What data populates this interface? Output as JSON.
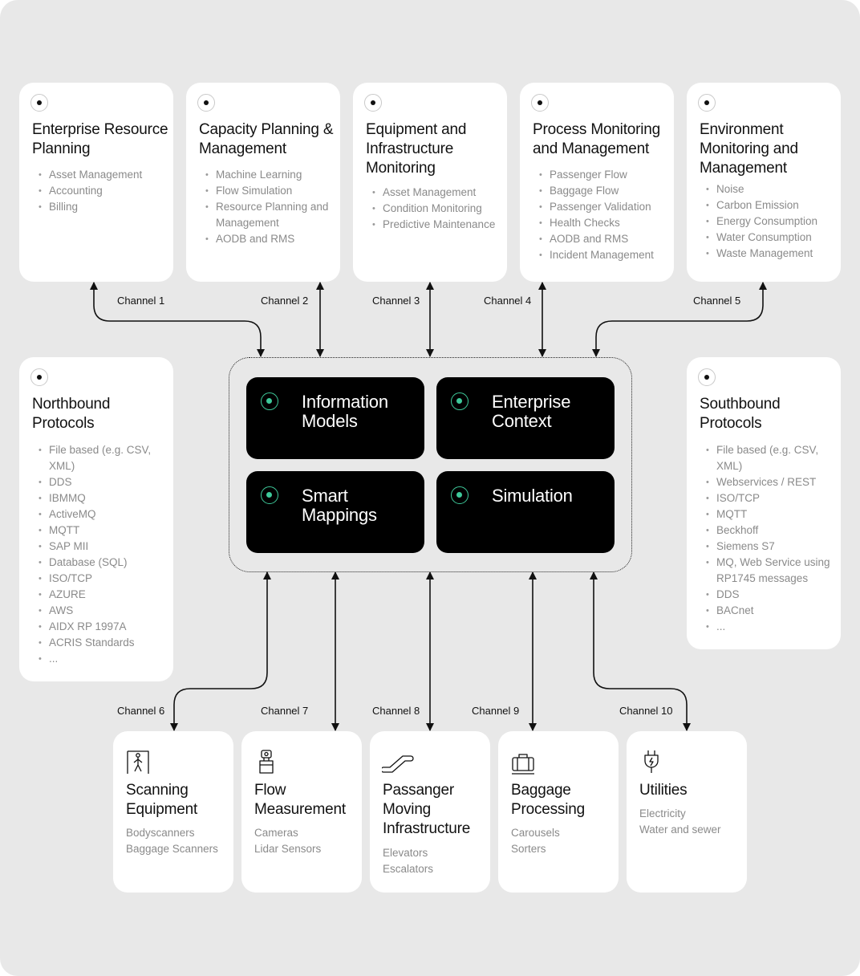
{
  "top_cards": [
    {
      "title": "Enterprise Resource Planning",
      "items": [
        "Asset Management",
        "Accounting",
        "Billing"
      ]
    },
    {
      "title": "Capacity Planning & Management",
      "items": [
        "Machine Learning",
        "Flow Simulation",
        "Resource Planning and Management",
        "AODB and RMS"
      ]
    },
    {
      "title": "Equipment and Infrastructure Monitoring",
      "items": [
        "Asset Management",
        "Condition Monitoring",
        "Predictive Maintenance"
      ]
    },
    {
      "title": "Process Monitoring and Management",
      "items": [
        "Passenger Flow",
        "Baggage Flow",
        "Passenger Validation",
        "Health Checks",
        "AODB and RMS",
        "Incident Management"
      ]
    },
    {
      "title": "Environment Monitoring and Management",
      "items": [
        "Noise",
        "Carbon Emission",
        "Energy Consumption",
        "Water Consumption",
        "Waste Management"
      ]
    }
  ],
  "northbound": {
    "title": "Northbound Protocols",
    "items": [
      "File based (e.g. CSV, XML)",
      "DDS",
      "IBMMQ",
      "ActiveMQ",
      "MQTT",
      "SAP MII",
      "Database (SQL)",
      "ISO/TCP",
      "AZURE",
      "AWS",
      "AIDX RP 1997A",
      "ACRIS Standards",
      "..."
    ]
  },
  "southbound": {
    "title": "Southbound Protocols",
    "items": [
      "File based (e.g. CSV, XML)",
      "Webservices / REST",
      "ISO/TCP",
      "MQTT",
      "Beckhoff",
      "Siemens S7",
      "MQ, Web Service using RP1745 messages",
      "DDS",
      "BACnet",
      "..."
    ]
  },
  "modules": [
    "Information Models",
    "Enterprise Context",
    "Smart Mappings",
    "Simulation"
  ],
  "channels": [
    "Channel 1",
    "Channel 2",
    "Channel 3",
    "Channel 4",
    "Channel 5",
    "Channel 6",
    "Channel 7",
    "Channel 8",
    "Channel 9",
    "Channel 10"
  ],
  "devices": [
    {
      "title": "Scanning Equipment",
      "icon": "person-scanner-icon",
      "items": [
        "Bodyscanners",
        "Baggage Scanners"
      ]
    },
    {
      "title": "Flow Measurement",
      "icon": "camera-sensor-icon",
      "items": [
        "Cameras",
        "Lidar Sensors"
      ]
    },
    {
      "title": "Passanger Moving Infrastructure",
      "icon": "escalator-icon",
      "items": [
        "Elevators",
        "Escalators"
      ]
    },
    {
      "title": "Baggage Processing",
      "icon": "suitcase-icon",
      "items": [
        "Carousels",
        "Sorters"
      ]
    },
    {
      "title": "Utilities",
      "icon": "plug-icon",
      "items": [
        "Electricity",
        "Water and sewer"
      ]
    }
  ]
}
